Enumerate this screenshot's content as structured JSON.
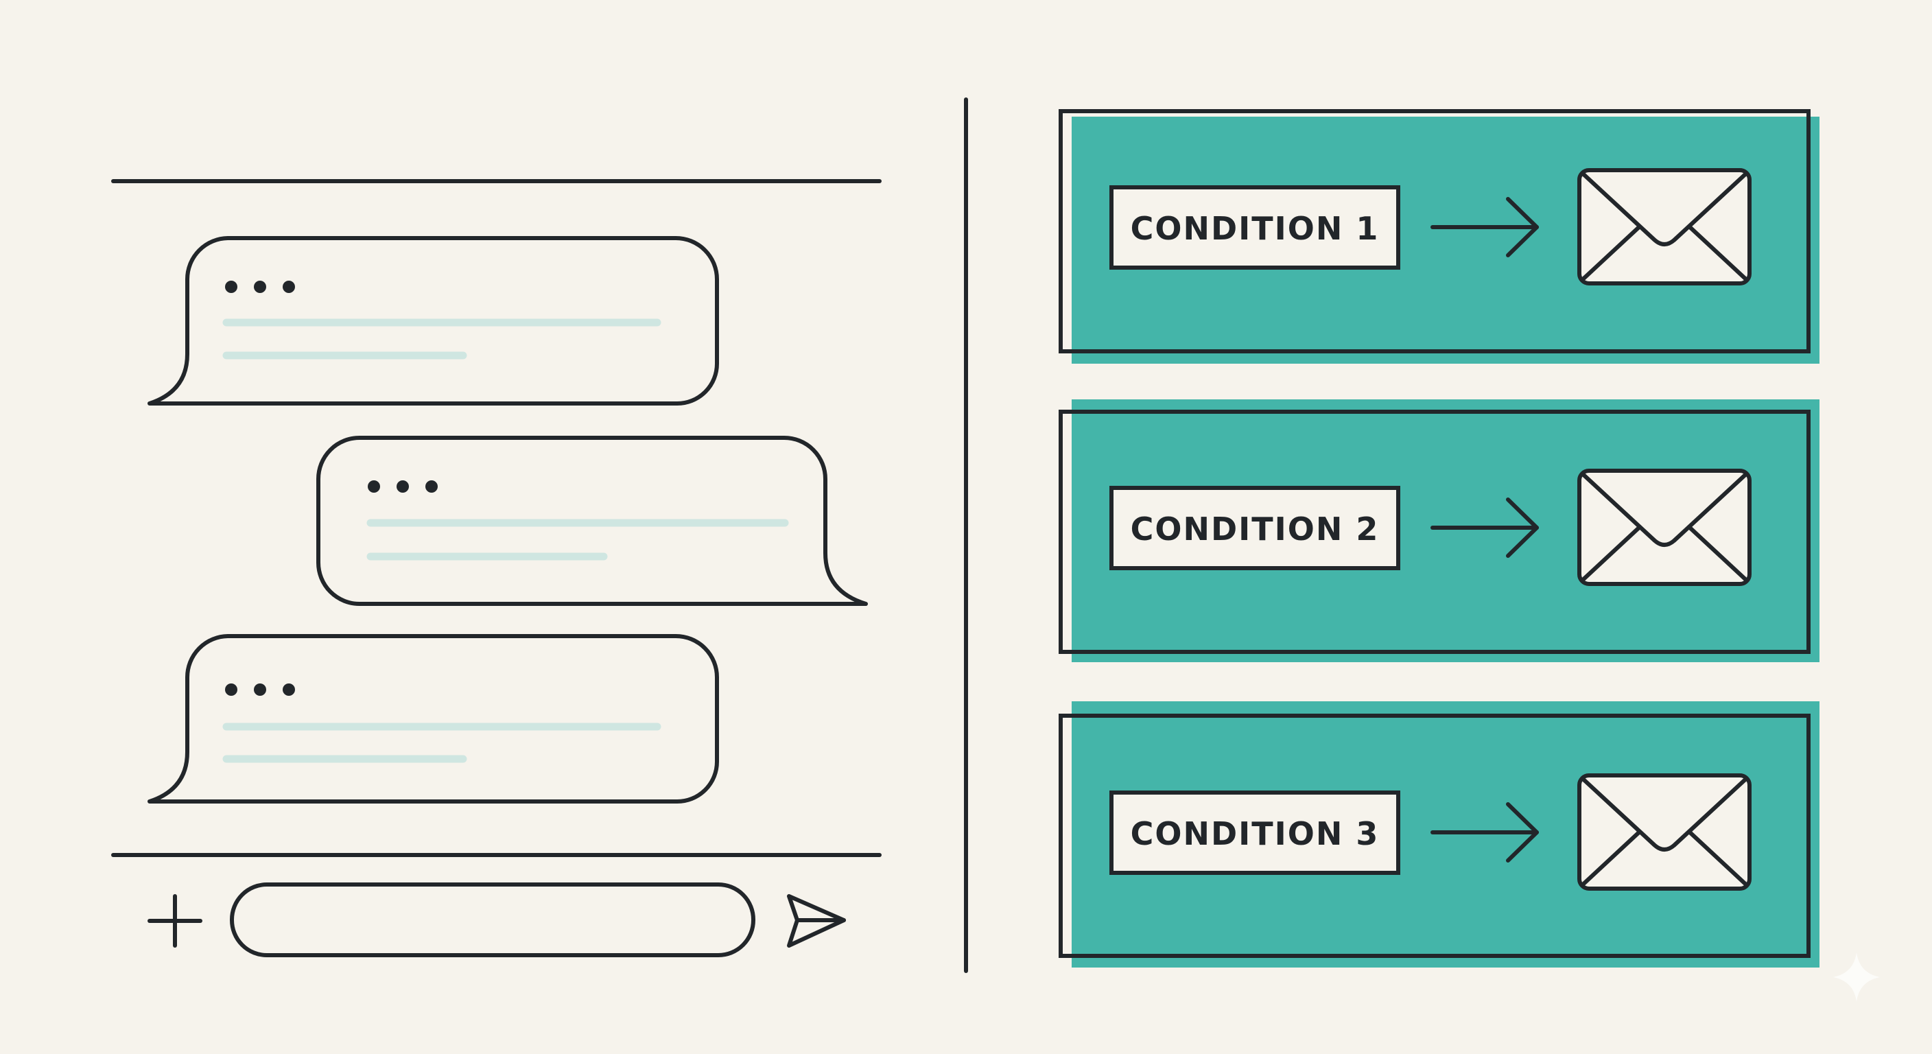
{
  "colors": {
    "background": "#f6f3ec",
    "ink": "#22262a",
    "accent": "#44b5a9",
    "placeholder_line": "#cfe6e1",
    "paper": "#f6f3ec"
  },
  "chat": {
    "messages": [
      {
        "typing_icon": "ellipsis-icon",
        "side": "left"
      },
      {
        "typing_icon": "ellipsis-icon",
        "side": "right"
      },
      {
        "typing_icon": "ellipsis-icon",
        "side": "left"
      }
    ],
    "composer": {
      "add_icon": "plus-icon",
      "input_value": "",
      "send_icon": "send-icon"
    }
  },
  "rules": [
    {
      "condition_label": "CONDITION 1",
      "arrow_icon": "arrow-right-icon",
      "action_icon": "envelope-icon"
    },
    {
      "condition_label": "CONDITION 2",
      "arrow_icon": "arrow-right-icon",
      "action_icon": "envelope-icon"
    },
    {
      "condition_label": "CONDITION 3",
      "arrow_icon": "arrow-right-icon",
      "action_icon": "envelope-icon"
    }
  ]
}
